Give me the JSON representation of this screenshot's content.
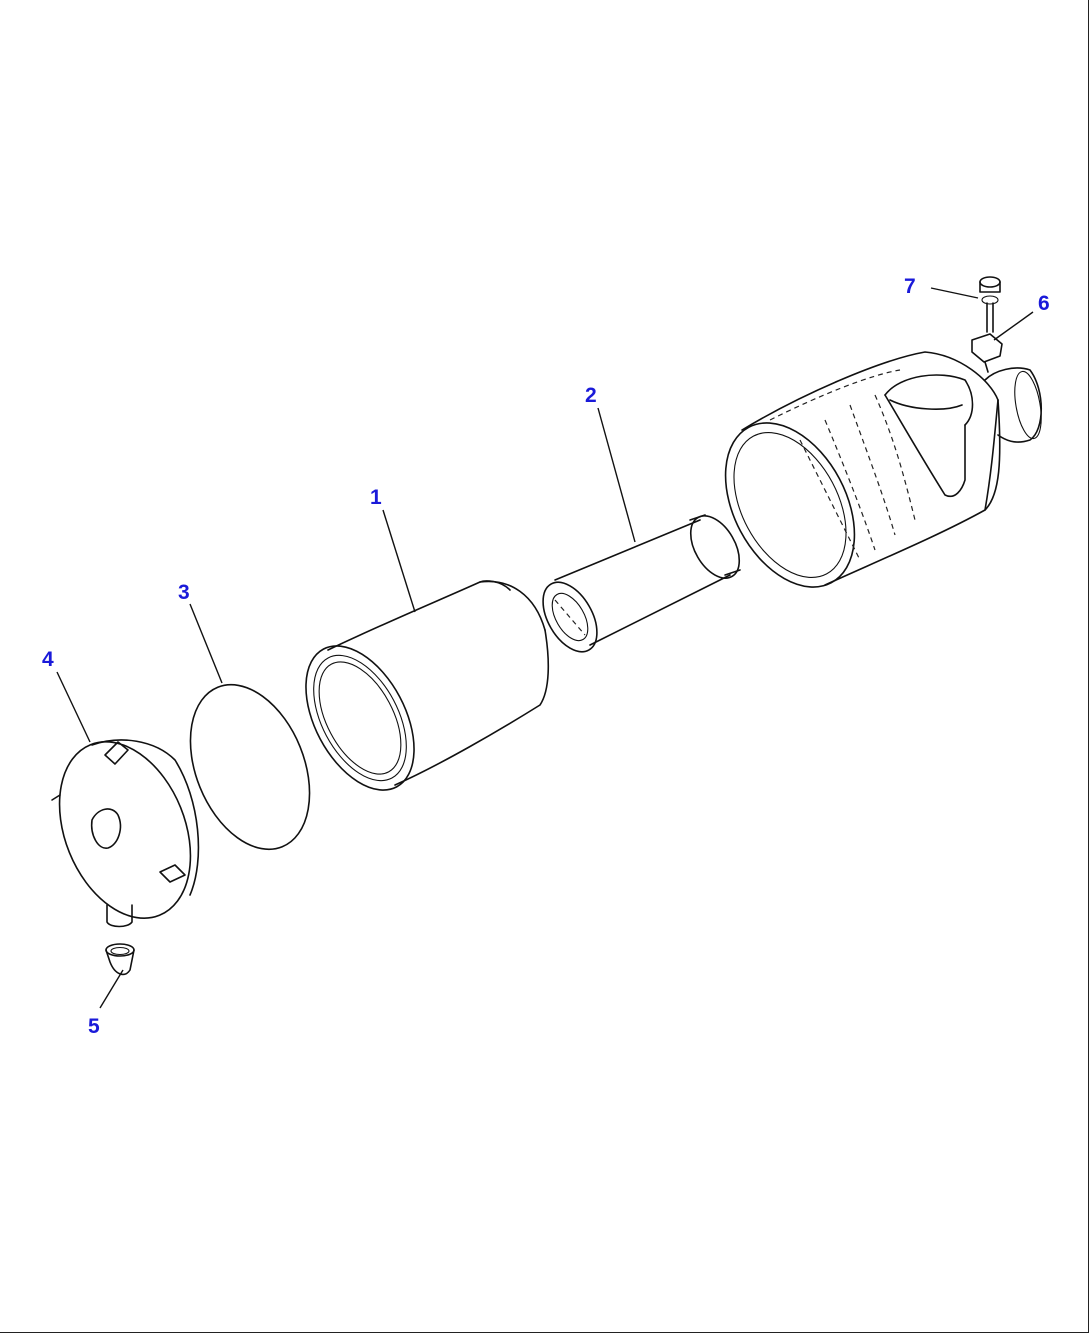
{
  "diagram": {
    "callouts": [
      {
        "id": "1",
        "label": "1"
      },
      {
        "id": "2",
        "label": "2"
      },
      {
        "id": "3",
        "label": "3"
      },
      {
        "id": "4",
        "label": "4"
      },
      {
        "id": "5",
        "label": "5"
      },
      {
        "id": "6",
        "label": "6"
      },
      {
        "id": "7",
        "label": "7"
      }
    ],
    "colors": {
      "callout": "#1a1ad9",
      "line": "#111111",
      "background": "#ffffff"
    }
  }
}
